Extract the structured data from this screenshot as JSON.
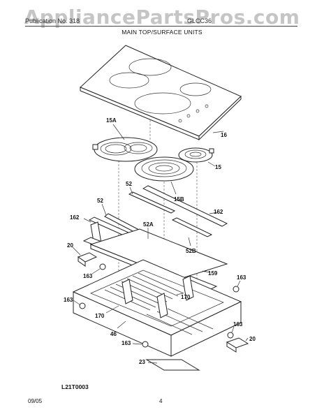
{
  "watermark": "AppliancePartsPros.com",
  "header": {
    "left": "Publication No. 318",
    "right": "GLCC36"
  },
  "section_title": "MAIN TOP/SURFACE UNITS",
  "callouts": {
    "c15A": "15A",
    "c16": "16",
    "c15": "15",
    "c15B": "15B",
    "c52a": "52",
    "c52b": "52",
    "c162a": "162",
    "c162b": "162",
    "c52A": "52A",
    "c52B": "52B",
    "c20a": "20",
    "c159": "159",
    "c163a": "163",
    "c163b": "163",
    "c163c": "163",
    "c163d": "163",
    "c163e": "163",
    "c170a": "170",
    "c170b": "170",
    "c46": "46",
    "c20b": "20",
    "c23": "23"
  },
  "diagram_id": "L21T0003",
  "footer": {
    "date": "09/05",
    "page": "4"
  }
}
